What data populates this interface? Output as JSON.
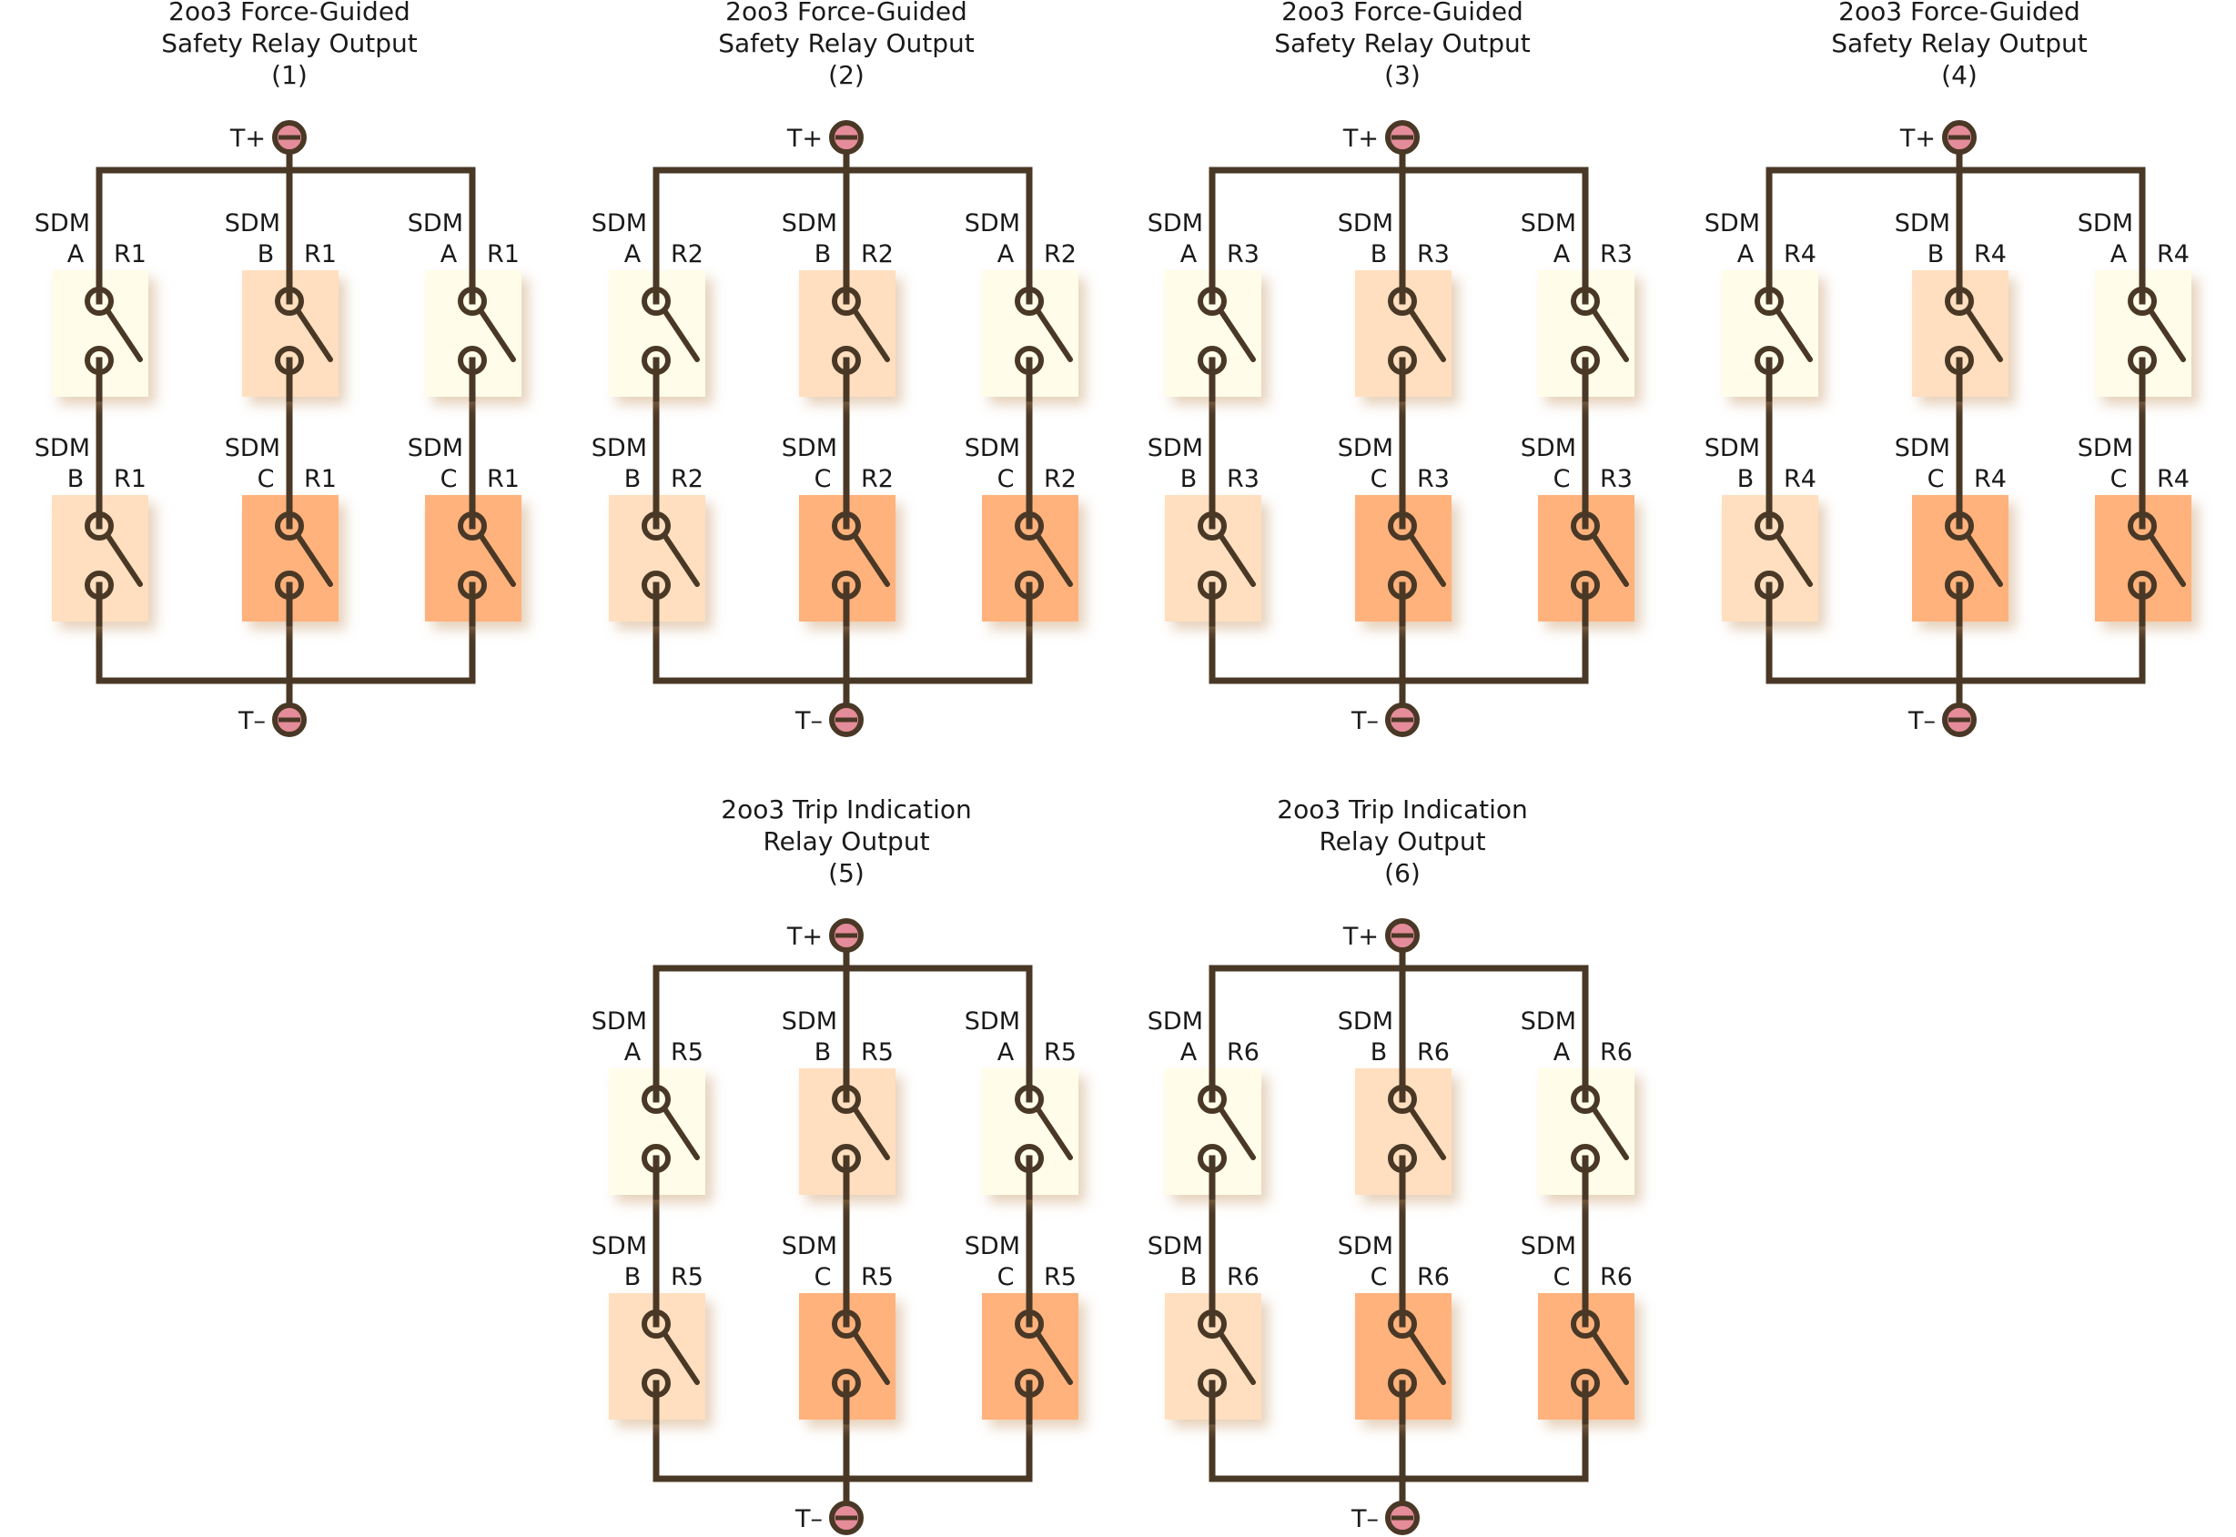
{
  "colors": {
    "wire": "#4a3826",
    "terminal_fill": "#e58c9a",
    "sdm_a_fill": "#fffde9",
    "sdm_b_fill": "#ffdfbf",
    "sdm_c_fill": "#ffb27c",
    "background": "#ffffff"
  },
  "labels": {
    "sdm": "SDM",
    "t_plus": "T+",
    "t_minus": "T–"
  },
  "circuits": [
    {
      "title": [
        "2oo3 Force-Guided",
        "Safety Relay Output",
        "(1)"
      ],
      "relay": "R1",
      "top": [
        {
          "sdm": "A"
        },
        {
          "sdm": "B"
        },
        {
          "sdm": "A"
        }
      ],
      "bottom": [
        {
          "sdm": "B"
        },
        {
          "sdm": "C"
        },
        {
          "sdm": "C"
        }
      ]
    },
    {
      "title": [
        "2oo3 Force-Guided",
        "Safety Relay Output",
        "(2)"
      ],
      "relay": "R2",
      "top": [
        {
          "sdm": "A"
        },
        {
          "sdm": "B"
        },
        {
          "sdm": "A"
        }
      ],
      "bottom": [
        {
          "sdm": "B"
        },
        {
          "sdm": "C"
        },
        {
          "sdm": "C"
        }
      ]
    },
    {
      "title": [
        "2oo3 Force-Guided",
        "Safety Relay Output",
        "(3)"
      ],
      "relay": "R3",
      "top": [
        {
          "sdm": "A"
        },
        {
          "sdm": "B"
        },
        {
          "sdm": "A"
        }
      ],
      "bottom": [
        {
          "sdm": "B"
        },
        {
          "sdm": "C"
        },
        {
          "sdm": "C"
        }
      ]
    },
    {
      "title": [
        "2oo3 Force-Guided",
        "Safety Relay Output",
        "(4)"
      ],
      "relay": "R4",
      "top": [
        {
          "sdm": "A"
        },
        {
          "sdm": "B"
        },
        {
          "sdm": "A"
        }
      ],
      "bottom": [
        {
          "sdm": "B"
        },
        {
          "sdm": "C"
        },
        {
          "sdm": "C"
        }
      ]
    },
    {
      "title": [
        "2oo3 Trip Indication",
        "Relay Output",
        "(5)"
      ],
      "relay": "R5",
      "top": [
        {
          "sdm": "A"
        },
        {
          "sdm": "B"
        },
        {
          "sdm": "A"
        }
      ],
      "bottom": [
        {
          "sdm": "B"
        },
        {
          "sdm": "C"
        },
        {
          "sdm": "C"
        }
      ]
    },
    {
      "title": [
        "2oo3 Trip Indication",
        "Relay Output",
        "(6)"
      ],
      "relay": "R6",
      "top": [
        {
          "sdm": "A"
        },
        {
          "sdm": "B"
        },
        {
          "sdm": "A"
        }
      ],
      "bottom": [
        {
          "sdm": "B"
        },
        {
          "sdm": "C"
        },
        {
          "sdm": "C"
        }
      ]
    }
  ]
}
